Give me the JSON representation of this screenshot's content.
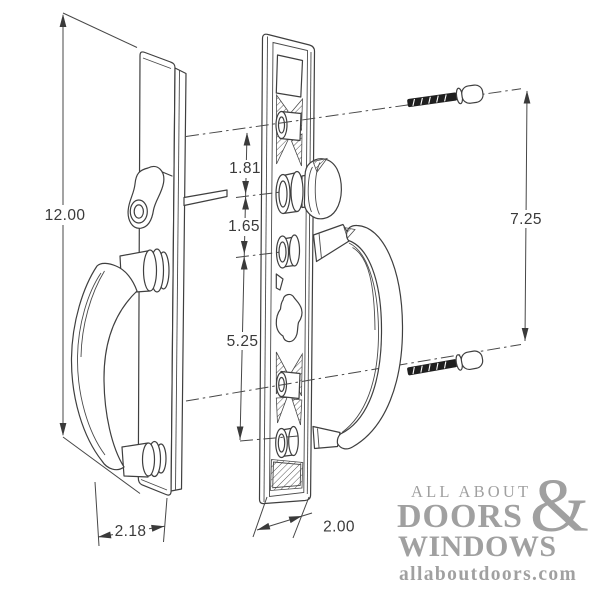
{
  "dimensions": {
    "overall_height": "12.00",
    "upper_hole_spacing": "1.81",
    "middle_hole_spacing": "1.65",
    "lower_hole_spacing": "5.25",
    "screw_hole_spacing": "7.25",
    "exterior_plate_width": "2.18",
    "interior_plate_width": "2.00"
  },
  "branding": {
    "line1": "ALL ABOUT",
    "ampersand": "&",
    "line2": "DOORS",
    "line3": "WINDOWS",
    "website": "allaboutdoors.com"
  },
  "colors": {
    "line": "#3f3f3f",
    "screw": "#1f1f1f",
    "logo_gray": "#a0a0a0",
    "background": "#ffffff"
  }
}
